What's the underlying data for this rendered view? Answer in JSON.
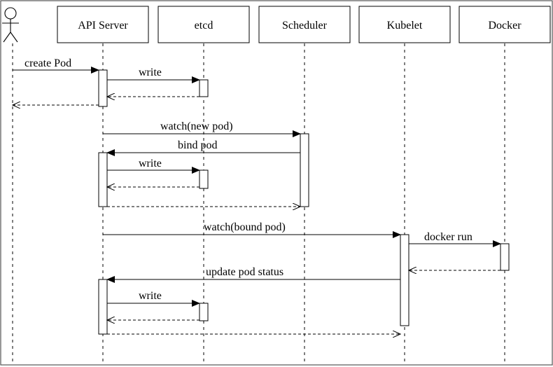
{
  "participants": [
    {
      "id": "actor",
      "label": ""
    },
    {
      "id": "api",
      "label": "API Server"
    },
    {
      "id": "etcd",
      "label": "etcd"
    },
    {
      "id": "scheduler",
      "label": "Scheduler"
    },
    {
      "id": "kubelet",
      "label": "Kubelet"
    },
    {
      "id": "docker",
      "label": "Docker"
    }
  ],
  "messages": [
    {
      "label": "create Pod"
    },
    {
      "label": "write"
    },
    {
      "label": "watch(new pod)"
    },
    {
      "label": "bind pod"
    },
    {
      "label": "write"
    },
    {
      "label": "watch(bound pod)"
    },
    {
      "label": "docker run"
    },
    {
      "label": "update pod status"
    },
    {
      "label": "write"
    }
  ]
}
